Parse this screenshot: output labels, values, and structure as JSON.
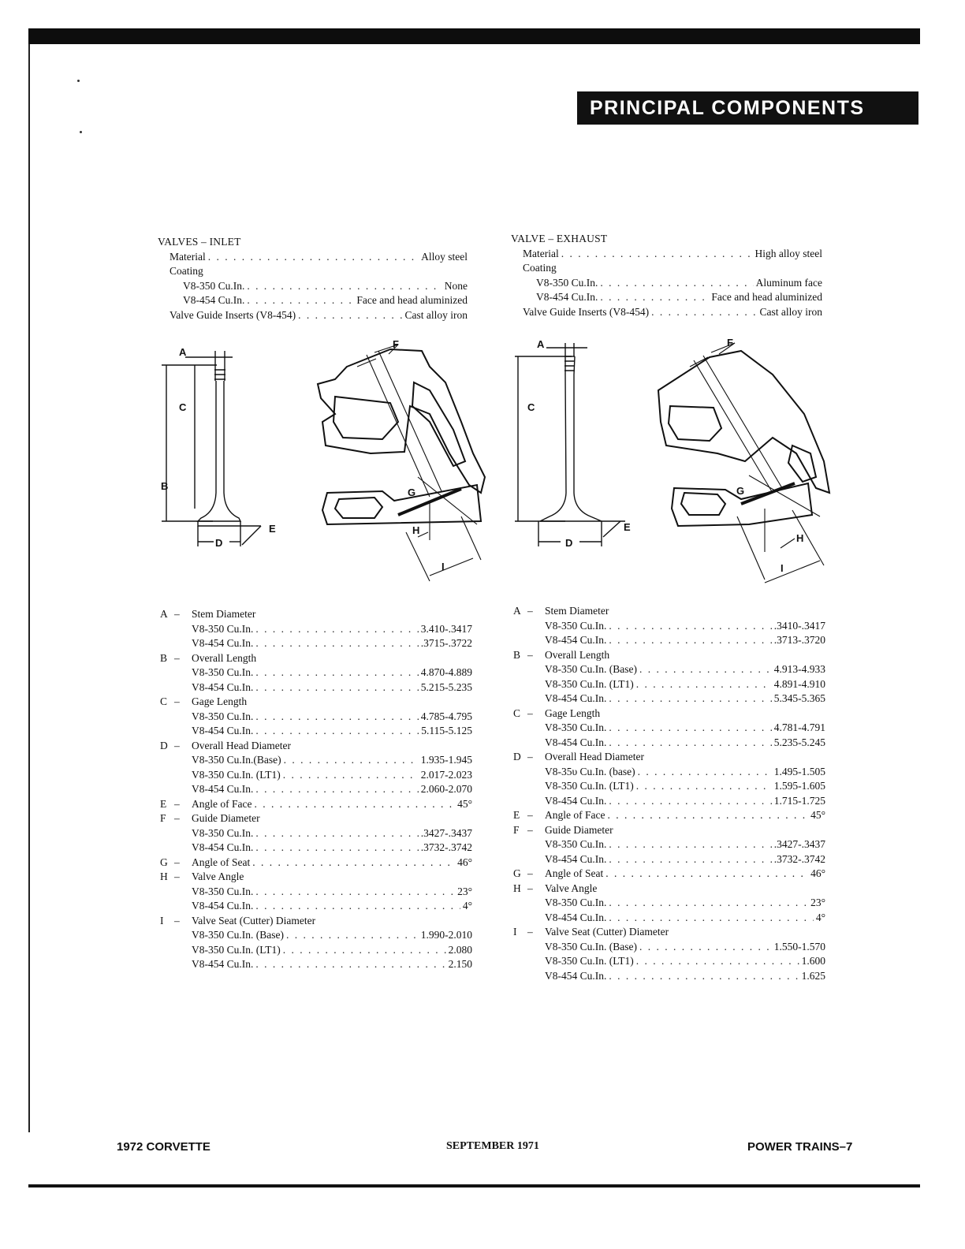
{
  "banner": "PRINCIPAL COMPONENTS",
  "inlet": {
    "title": "VALVES – INLET",
    "material_label": "Material",
    "material_value": "Alloy steel",
    "coating_label": "Coating",
    "coat_350_label": "V8-350 Cu.In.",
    "coat_350_value": "None",
    "coat_454_label": "V8-454 Cu.In.",
    "coat_454_value": "Face and head aluminized",
    "guide_label": "Valve Guide Inserts (V8-454)",
    "guide_value": "Cast alloy iron",
    "dims": {
      "A": {
        "letter": "A",
        "title": "Stem Diameter",
        "r1l": "V8-350 Cu.In.",
        "r1v": "3.410-.3417",
        "r2l": "V8-454 Cu.In.",
        "r2v": ".3715-.3722"
      },
      "B": {
        "letter": "B",
        "title": "Overall Length",
        "r1l": "V8-350 Cu.In.",
        "r1v": "4.870-4.889",
        "r2l": "V8-454 Cu.In.",
        "r2v": "5.215-5.235"
      },
      "C": {
        "letter": "C",
        "title": "Gage Length",
        "r1l": "V8-350 Cu.In.",
        "r1v": "4.785-4.795",
        "r2l": "V8-454 Cu.In.",
        "r2v": "5.115-5.125"
      },
      "D": {
        "letter": "D",
        "title": "Overall Head Diameter",
        "r1l": "V8-350 Cu.In.(Base)",
        "r1v": "1.935-1.945",
        "r2l": "V8-350 Cu.In. (LT1)",
        "r2v": "2.017-2.023",
        "r3l": "V8-454 Cu.In.",
        "r3v": "2.060-2.070"
      },
      "E": {
        "letter": "E",
        "title": "Angle of Face",
        "value": "45°"
      },
      "F": {
        "letter": "F",
        "title": "Guide Diameter",
        "r1l": "V8-350 Cu.In.",
        "r1v": ".3427-.3437",
        "r2l": "V8-454 Cu.In.",
        "r2v": ".3732-.3742"
      },
      "G": {
        "letter": "G",
        "title": "Angle of Seat",
        "value": "46°"
      },
      "H": {
        "letter": "H",
        "title": "Valve Angle",
        "r1l": "V8-350 Cu.In.",
        "r1v": "23°",
        "r2l": "V8-454 Cu.In.",
        "r2v": "4°"
      },
      "I": {
        "letter": "I",
        "title": "Valve Seat (Cutter) Diameter",
        "r1l": "V8-350 Cu.In. (Base)",
        "r1v": "1.990-2.010",
        "r2l": "V8-350 Cu.In. (LT1)",
        "r2v": "2.080",
        "r3l": "V8-454 Cu.In.",
        "r3v": "2.150"
      }
    }
  },
  "exhaust": {
    "title": "VALVE – EXHAUST",
    "material_label": "Material",
    "material_value": "High alloy steel",
    "coating_label": "Coating",
    "coat_350_label": "V8-350 Cu.In.",
    "coat_350_value": "Aluminum face",
    "coat_454_label": "V8-454 Cu.In.",
    "coat_454_value": "Face and head aluminized",
    "guide_label": "Valve Guide Inserts (V8-454)",
    "guide_value": "Cast alloy iron",
    "dims": {
      "A": {
        "letter": "A",
        "title": "Stem Diameter",
        "r1l": "V8-350 Cu.In.",
        "r1v": ".3410-.3417",
        "r2l": "V8-454 Cu.In.",
        "r2v": ".3713-.3720"
      },
      "B": {
        "letter": "B",
        "title": "Overall Length",
        "r1l": "V8-350 Cu.In. (Base)",
        "r1v": "4.913-4.933",
        "r2l": "V8-350 Cu.In. (LT1)",
        "r2v": "4.891-4.910",
        "r3l": "V8-454 Cu.In.",
        "r3v": "5.345-5.365"
      },
      "C": {
        "letter": "C",
        "title": "Gage Length",
        "r1l": "V8-350 Cu.In.",
        "r1v": "4.781-4.791",
        "r2l": "V8-454 Cu.In.",
        "r2v": "5.235-5.245"
      },
      "D": {
        "letter": "D",
        "title": "Overall Head Diameter",
        "r1l": "V8-35υ Cu.In. (base)",
        "r1v": "1.495-1.505",
        "r2l": "V8-350 Cu.In. (LT1)",
        "r2v": "1.595-1.605",
        "r3l": "V8-454 Cu.In.",
        "r3v": "1.715-1.725"
      },
      "E": {
        "letter": "E",
        "title": "Angle of Face",
        "value": "45°"
      },
      "F": {
        "letter": "F",
        "title": "Guide Diameter",
        "r1l": "V8-350 Cu.In.",
        "r1v": ".3427-.3437",
        "r2l": "V8-454 Cu.In.",
        "r2v": ".3732-.3742"
      },
      "G": {
        "letter": "G",
        "title": "Angle of Seat",
        "value": "46°"
      },
      "H": {
        "letter": "H",
        "title": "Valve Angle",
        "r1l": "V8-350 Cu.In.",
        "r1v": "23°",
        "r2l": "V8-454 Cu.In.",
        "r2v": "4°"
      },
      "I": {
        "letter": "I",
        "title": "Valve Seat (Cutter) Diameter",
        "r1l": "V8-350 Cu.In. (Base)",
        "r1v": "1.550-1.570",
        "r2l": "V8-350 Cu.In. (LT1)",
        "r2v": "1.600",
        "r3l": "V8-454 Cu.In.",
        "r3v": "1.625"
      }
    }
  },
  "diagram_labels": {
    "A": "A",
    "B": "B",
    "C": "C",
    "D": "D",
    "E": "E",
    "F": "F",
    "G": "G",
    "H": "H",
    "I": "I"
  },
  "footer": {
    "left": "1972 CORVETTE",
    "center": "SEPTEMBER 1971",
    "right": "POWER TRAINS–7"
  }
}
